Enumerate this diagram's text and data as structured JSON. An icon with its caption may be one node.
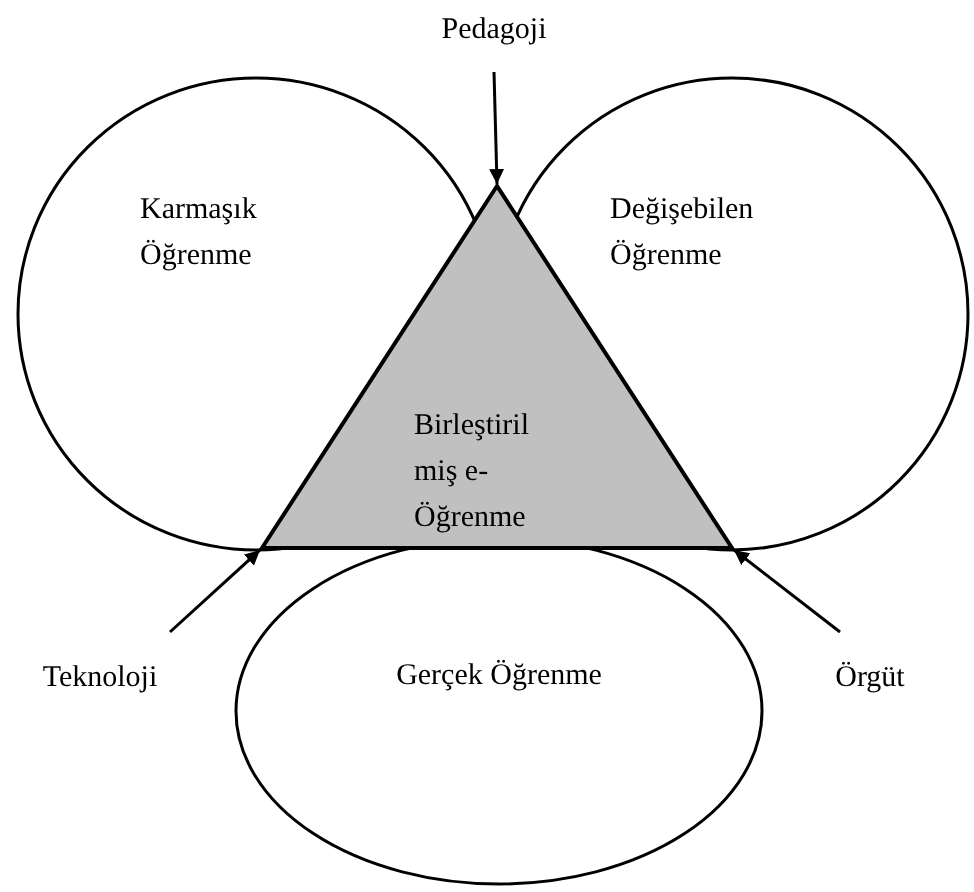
{
  "diagram": {
    "nodes": [
      {
        "text": [
          "Pedagoji"
        ]
      },
      {
        "text": [
          "Karmaşık Öğrenme"
        ]
      },
      {
        "text": [
          "Değişebilen Öğrenme"
        ]
      },
      {
        "text": [
          "Birleştiril miş e- Öğrenme"
        ]
      },
      {
        "text": [
          "Teknoloji"
        ]
      },
      {
        "text": [
          "Gerçek Öğrenme"
        ]
      },
      {
        "text": [
          "Örgüt"
        ]
      }
    ],
    "edges": [
      {
        "from": 0,
        "to": 3,
        "arrow": "to"
      },
      {
        "from": 4,
        "to": 3,
        "arrow": "to"
      },
      {
        "from": 6,
        "to": 3,
        "arrow": "to"
      }
    ]
  }
}
